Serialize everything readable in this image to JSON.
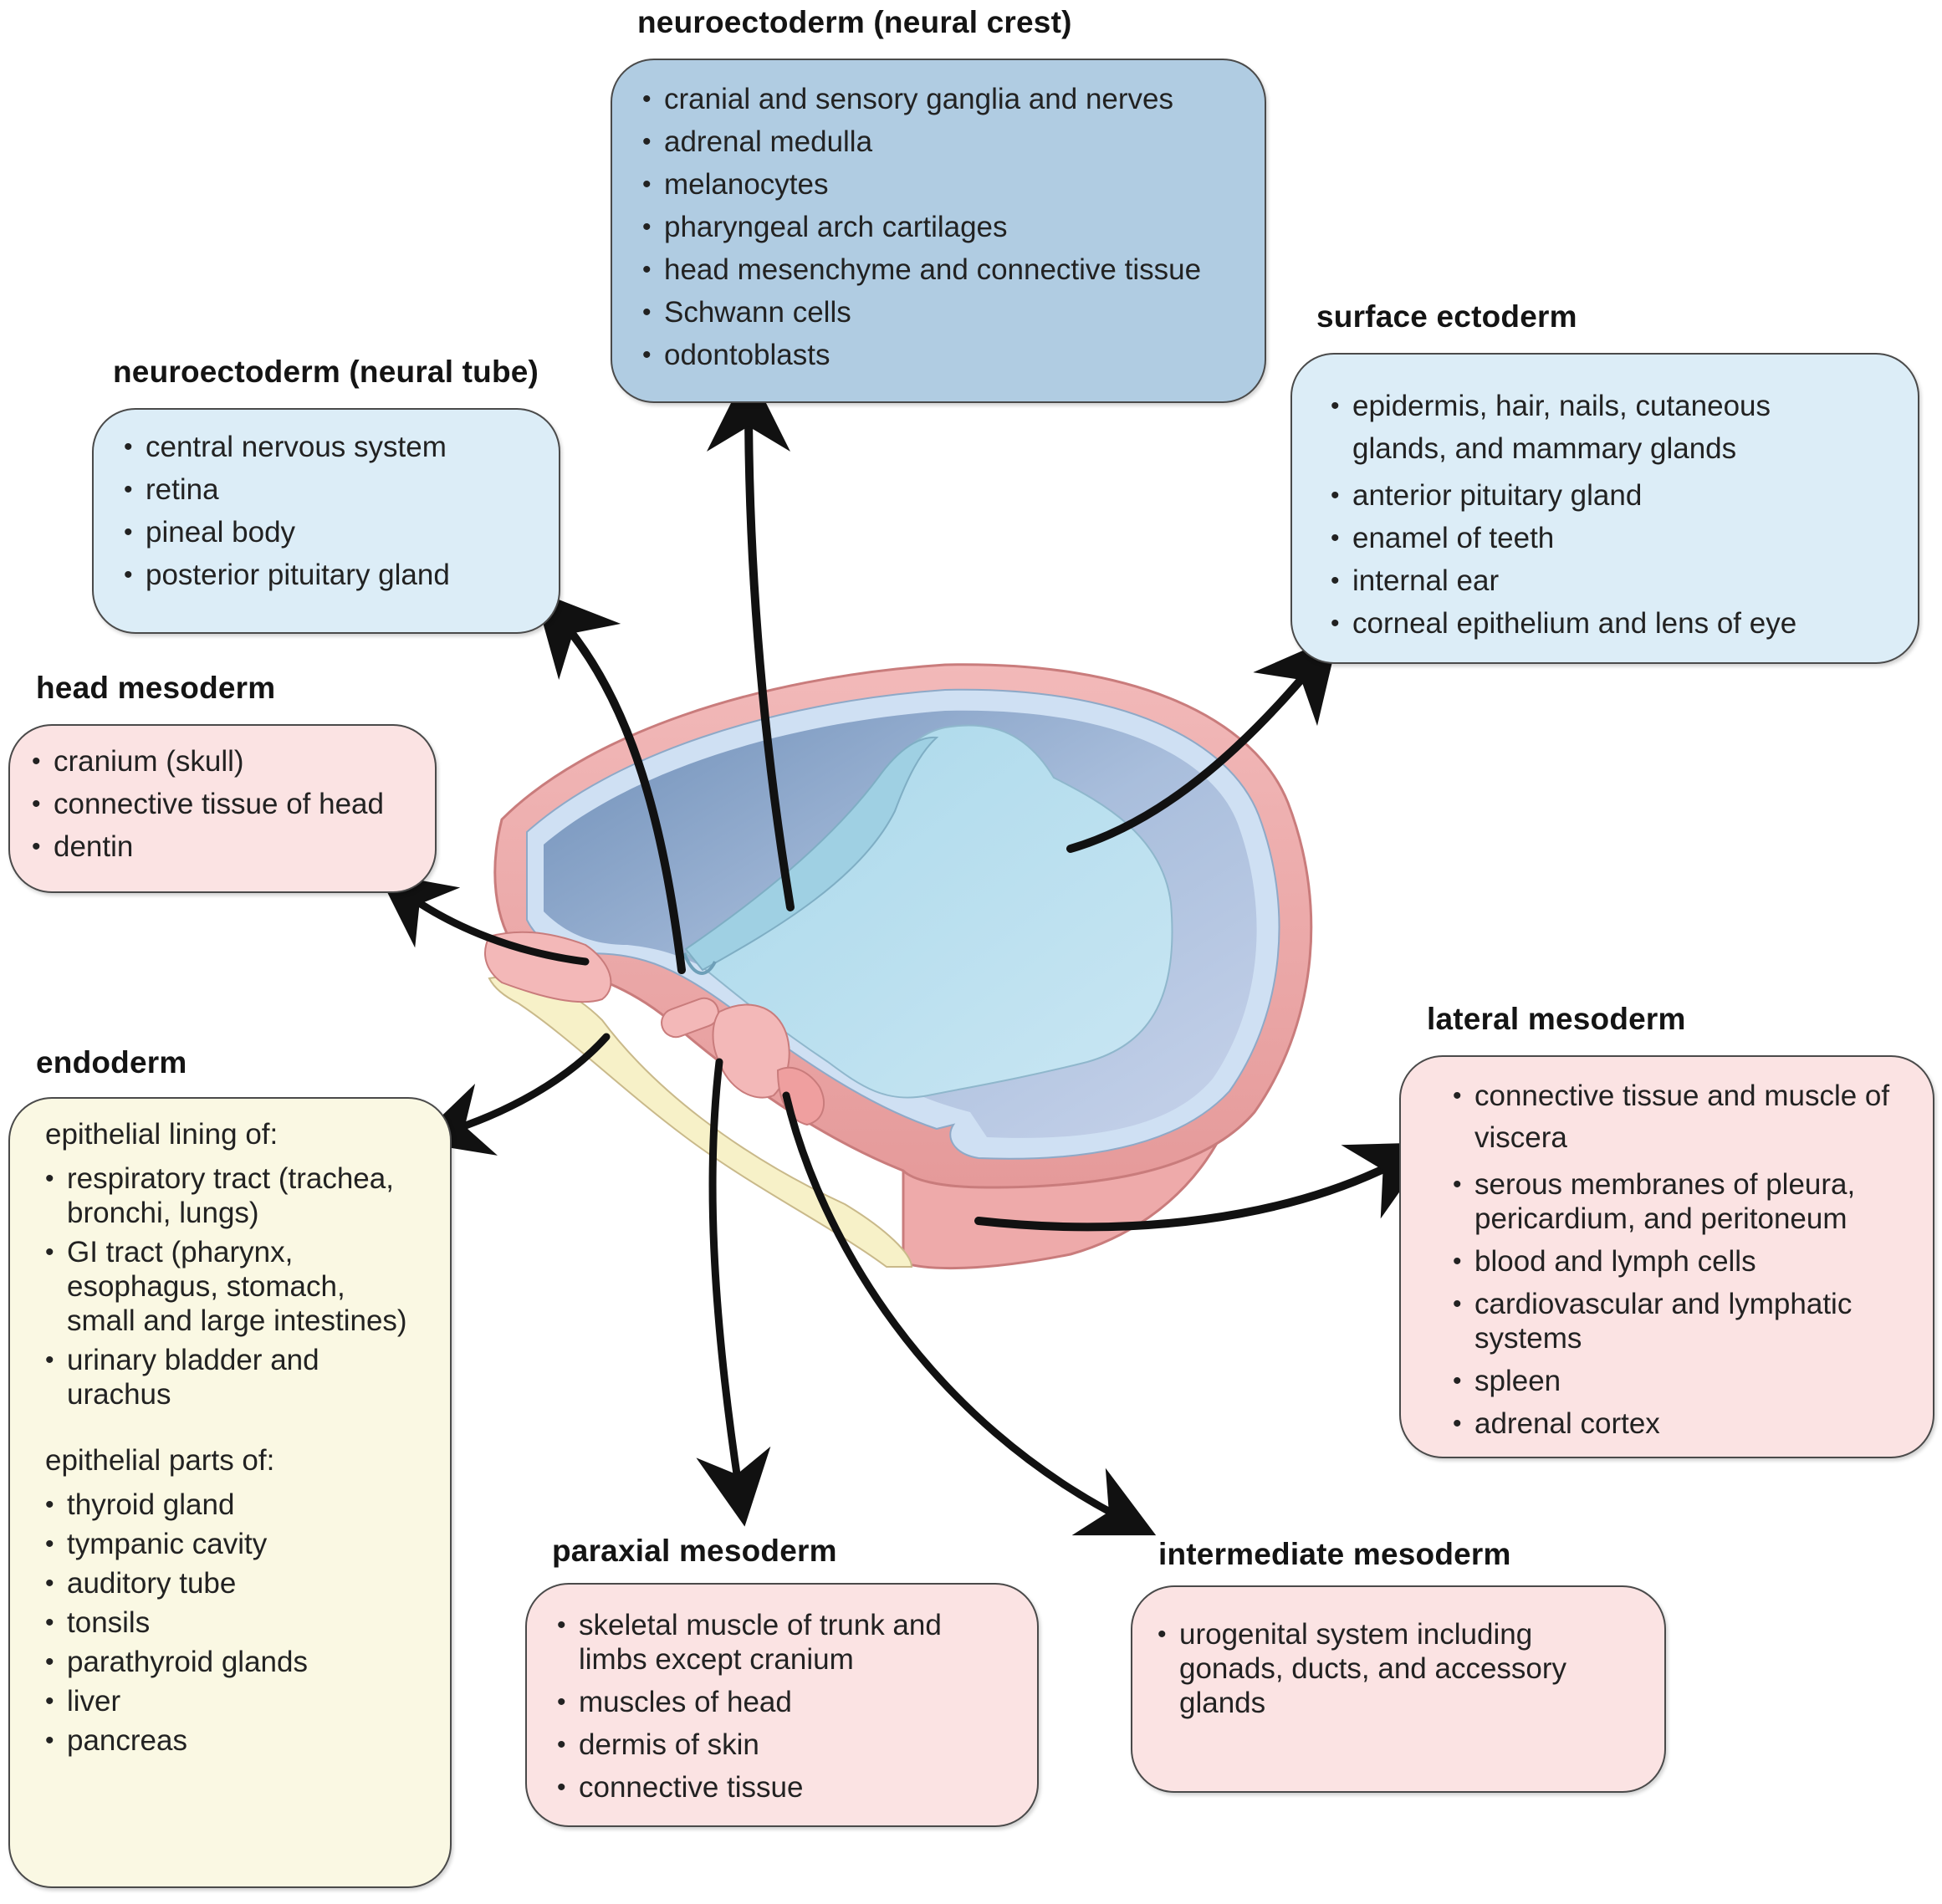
{
  "colors": {
    "neural_crest_fill": "#b0cce2",
    "ectoderm_fill": "#dcedf7",
    "mesoderm_fill": "#fbe3e3",
    "endoderm_fill": "#faf8e3",
    "arrow": "#111111"
  },
  "neural_crest": {
    "title": "neuroectoderm (neural crest)",
    "items": [
      "cranial and sensory ganglia and nerves",
      "adrenal medulla",
      "melanocytes",
      "pharyngeal arch cartilages",
      "head mesenchyme and connective tissue",
      "Schwann cells",
      "odontoblasts"
    ]
  },
  "neural_tube": {
    "title": "neuroectoderm (neural tube)",
    "items": [
      "central nervous system",
      "retina",
      "pineal body",
      "posterior pituitary gland"
    ]
  },
  "surface_ectoderm": {
    "title": "surface ectoderm",
    "items": [
      "epidermis, hair, nails, cutaneous glands, and mammary glands",
      "anterior pituitary gland",
      "enamel of teeth",
      "internal ear",
      "corneal epithelium and lens of eye"
    ]
  },
  "head_mesoderm": {
    "title": "head mesoderm",
    "items": [
      "cranium (skull)",
      "connective tissue of head",
      "dentin"
    ]
  },
  "endoderm": {
    "title": "endoderm",
    "lining_heading": "epithelial lining of:",
    "lining_items": [
      "respiratory tract (trachea, bronchi, lungs)",
      "GI tract (pharynx, esophagus, stomach, small and large intestines)",
      "urinary bladder and urachus"
    ],
    "parts_heading": "epithelial parts of:",
    "parts_items": [
      "thyroid gland",
      "tympanic cavity",
      "auditory tube",
      "tonsils",
      "parathyroid glands",
      "liver",
      "pancreas"
    ]
  },
  "lateral_mesoderm": {
    "title": "lateral mesoderm",
    "items": [
      "connective tissue and muscle of viscera",
      "serous membranes of pleura, pericardium, and peritoneum",
      "blood and lymph cells",
      "cardiovascular and lymphatic systems",
      "spleen",
      "adrenal cortex"
    ]
  },
  "paraxial_mesoderm": {
    "title": "paraxial mesoderm",
    "items": [
      "skeletal muscle of trunk and limbs except cranium",
      "muscles of head",
      "dermis of skin",
      "connective tissue"
    ]
  },
  "intermediate_mesoderm": {
    "title": "intermediate mesoderm",
    "items": [
      "urogenital system including gonads, ducts, and accessory glands"
    ]
  }
}
